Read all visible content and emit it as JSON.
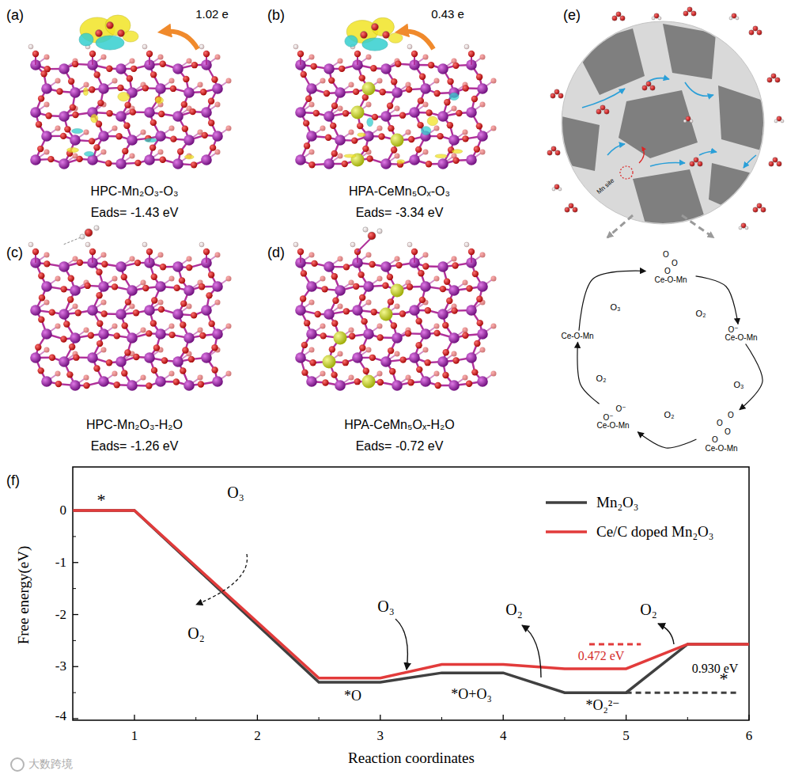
{
  "diagram": {
    "nodes": [
      {
        "text": [
          "Ce-O-Mn"
        ]
      },
      {
        "text": [
          "O",
          "O",
          "O",
          "Ce-O-Mn"
        ]
      },
      {
        "text": [
          "O⁻",
          "Ce-O-Mn"
        ]
      },
      {
        "text": [
          "O",
          "O",
          "O",
          "O",
          "Ce-O-Mn"
        ]
      },
      {
        "text": [
          "O⁻",
          "O⁻",
          "Ce-O-Mn"
        ]
      }
    ],
    "edges": [
      {
        "from": 0,
        "to": 1,
        "arrow": "to",
        "label": "O₃"
      },
      {
        "from": 1,
        "to": 2,
        "arrow": "to",
        "label": "O₂"
      },
      {
        "from": 2,
        "to": 3,
        "arrow": "to",
        "label": "O₃"
      },
      {
        "from": 3,
        "to": 4,
        "arrow": "to",
        "label": "O₂"
      },
      {
        "from": 4,
        "to": 0,
        "arrow": "to",
        "label": "O₂"
      }
    ],
    "labels": [
      "(a)",
      "1.02 e",
      "HPC-Mn₂O₃-O₃",
      "Eads= -1.43 eV",
      "(b)",
      "0.43 e",
      "HPA-CeMn₅Oₓ-O₃",
      "Eads= -3.34 eV",
      "(c)",
      "HPC-Mn₂O₃-H₂O",
      "Eads= -1.26 eV",
      "(d)",
      "HPA-CeMn₅Oₓ-H₂O",
      "Eads= -0.72 eV",
      "(e)",
      "Mn site",
      "(f)",
      "0",
      "-1",
      "-2",
      "-3",
      "-4",
      "1",
      "2",
      "3",
      "4",
      "5",
      "6",
      "Free energy(eV)",
      "Reaction coordinates",
      "*",
      "O₃",
      "O₂",
      "*O",
      "O₃",
      "*O+O₃",
      "O₂",
      "*O₂²⁻",
      "0.472 eV",
      "O₂",
      "*",
      "0.930 eV",
      "大数跨境"
    ],
    "legend": [
      {
        "text": "Mn₂O₃"
      },
      {
        "text": "Ce/C doped Mn₂O₃"
      }
    ]
  }
}
